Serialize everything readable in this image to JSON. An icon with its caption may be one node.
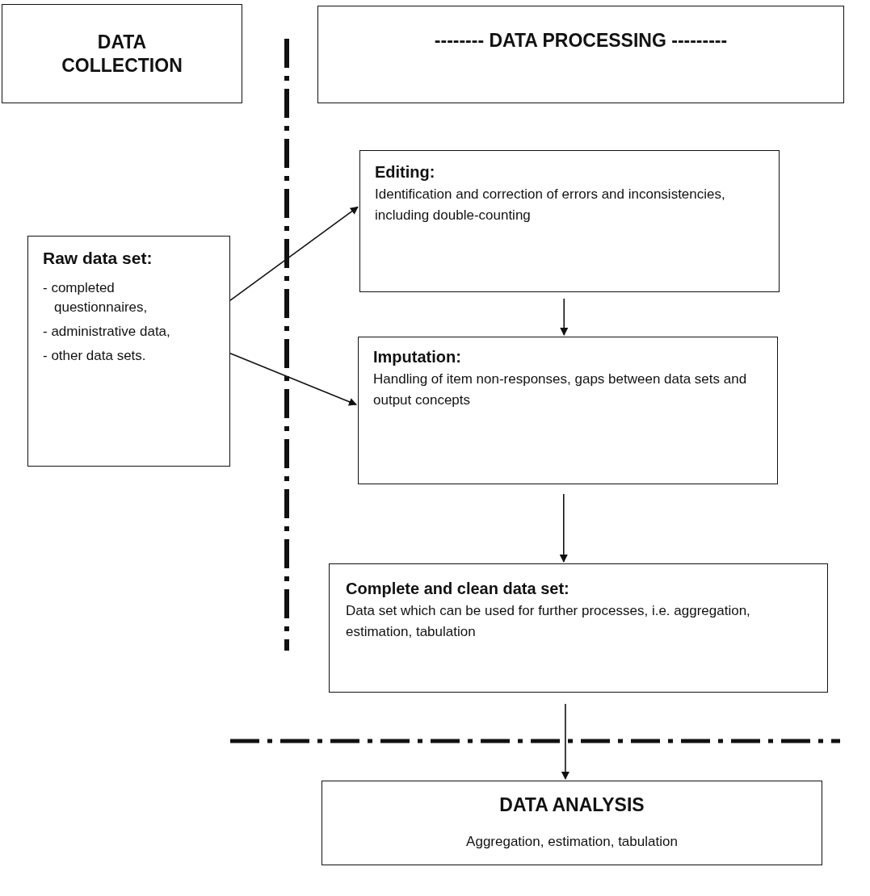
{
  "diagram": {
    "nodes": [
      {
        "text": [
          "DATA COLLECTION"
        ]
      },
      {
        "text": [
          "-------- DATA PROCESSING ---------"
        ]
      },
      {
        "text": [
          "Raw data set:",
          "- completed questionnaires,",
          "- administrative data,",
          "- other data sets."
        ]
      },
      {
        "text": [
          "Editing:",
          "Identification and correction of errors and inconsistencies, including double-counting"
        ]
      },
      {
        "text": [
          "Imputation:",
          "Handling of item non-responses, gaps between data sets and output concepts"
        ]
      },
      {
        "text": [
          "Complete and clean data set:",
          "Data set which can be used for further processes, i.e. aggregation, estimation, tabulation"
        ]
      },
      {
        "text": [
          "DATA ANALYSIS",
          "Aggregation, estimation, tabulation"
        ]
      }
    ],
    "edges": [
      {
        "from": 2,
        "to": 3,
        "arrow": "to"
      },
      {
        "from": 2,
        "to": 4,
        "arrow": "to"
      },
      {
        "from": 3,
        "to": 4,
        "arrow": "to"
      },
      {
        "from": 4,
        "to": 5,
        "arrow": "to"
      },
      {
        "from": 5,
        "to": 6,
        "arrow": "to"
      }
    ]
  }
}
